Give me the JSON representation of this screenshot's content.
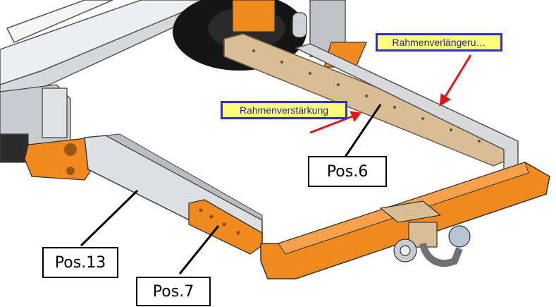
{
  "callouts": {
    "frame_extension": "Rahmenverlängeru…",
    "frame_reinforcement": "Rahmenverstärkung"
  },
  "positions": {
    "pos6": "Pos.6",
    "pos13": "Pos.13",
    "pos7": "Pos.7"
  },
  "colors": {
    "orange_part": "#f08a1e",
    "tan_part": "#d9bd95",
    "steel_part": "#d7d9dc",
    "callout_fill": "#ffff7a",
    "callout_border": "#2a2fd0",
    "arrow_red": "#e4141b"
  }
}
